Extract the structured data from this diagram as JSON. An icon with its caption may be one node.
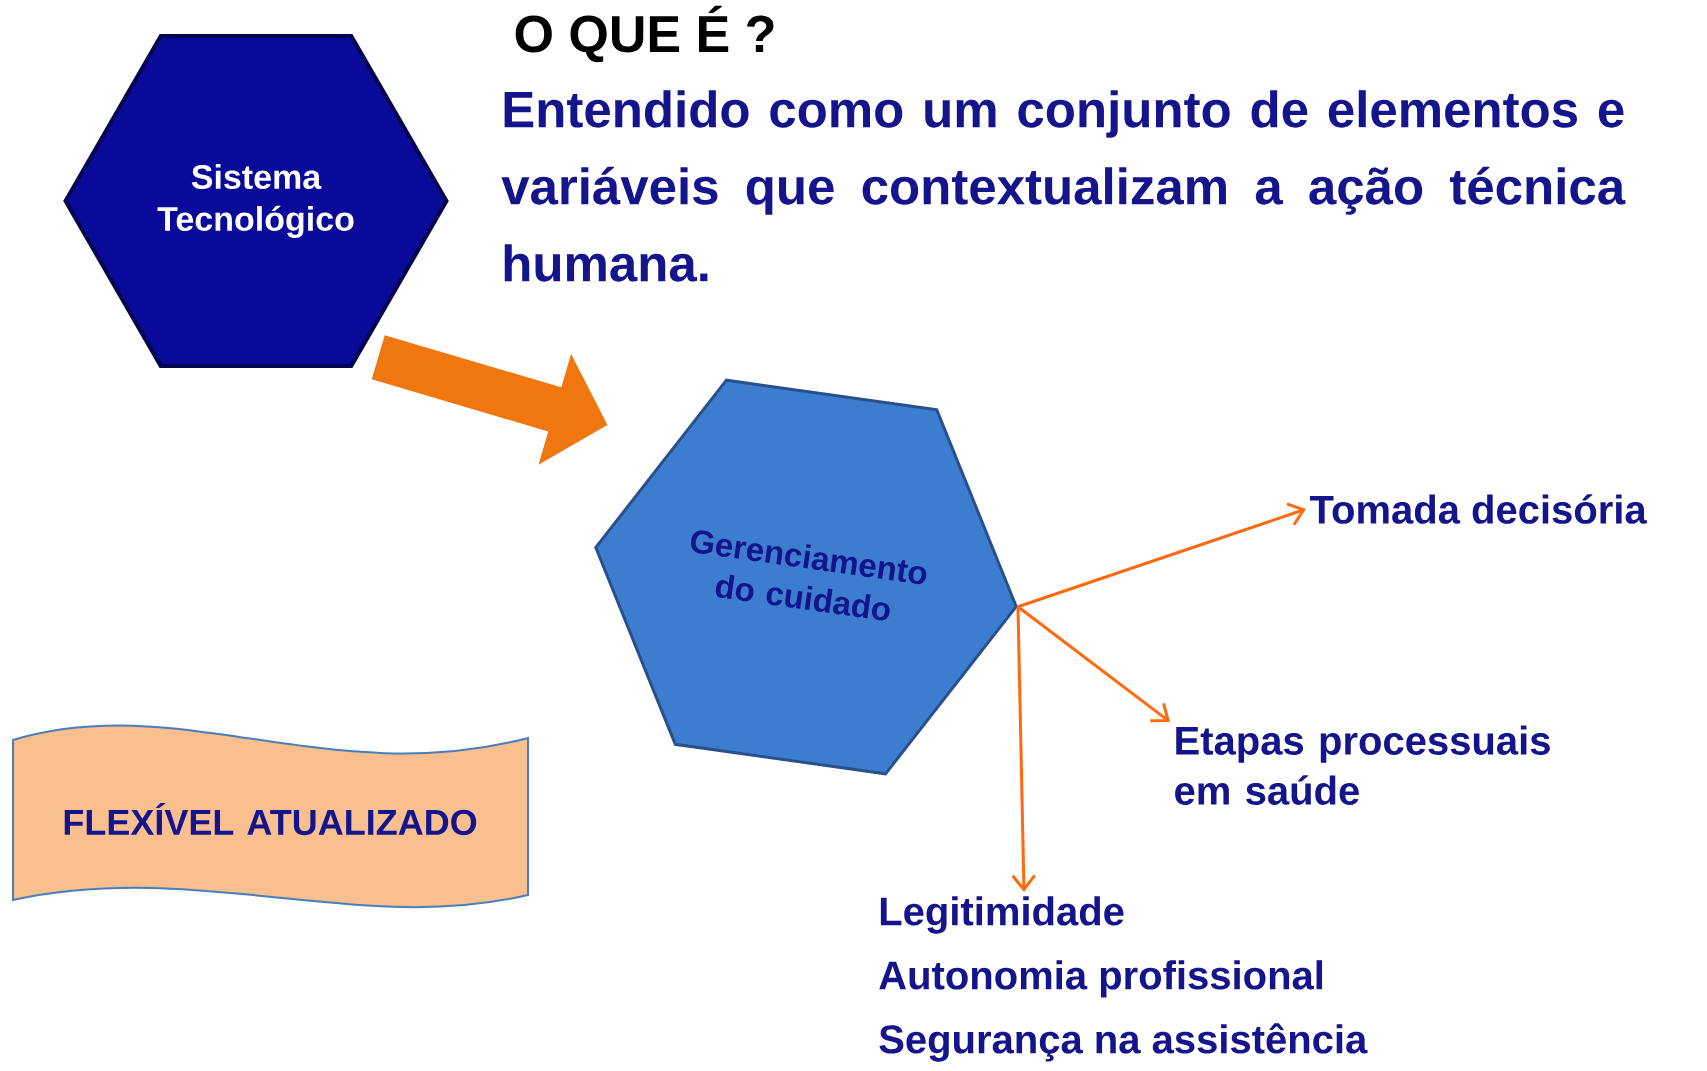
{
  "diagram": {
    "title": "O QUE É ?",
    "nodes": [
      {
        "text": [
          "Sistema Tecnológico"
        ]
      },
      {
        "text": [
          "Gerenciamento do cuidado"
        ]
      },
      {
        "text": [
          "FLEXÍVEL ATUALIZADO"
        ]
      },
      {
        "text": [
          "Tomada decisória"
        ]
      },
      {
        "text": [
          "Etapas processuais em saúde"
        ]
      },
      {
        "text": [
          "Legitimidade",
          "Autonomia profissional",
          "Segurança na assistência"
        ]
      }
    ],
    "edges": [
      {
        "from": 0,
        "to": 1,
        "arrow": "to",
        "style": "thick"
      },
      {
        "from": 1,
        "to": 3,
        "arrow": "to"
      },
      {
        "from": 1,
        "to": 4,
        "arrow": "to"
      },
      {
        "from": 1,
        "to": 5,
        "arrow": "to"
      }
    ],
    "labels": [
      "Entendido como um conjunto de elementos e variáveis que contextualizam a ação técnica humana."
    ]
  }
}
